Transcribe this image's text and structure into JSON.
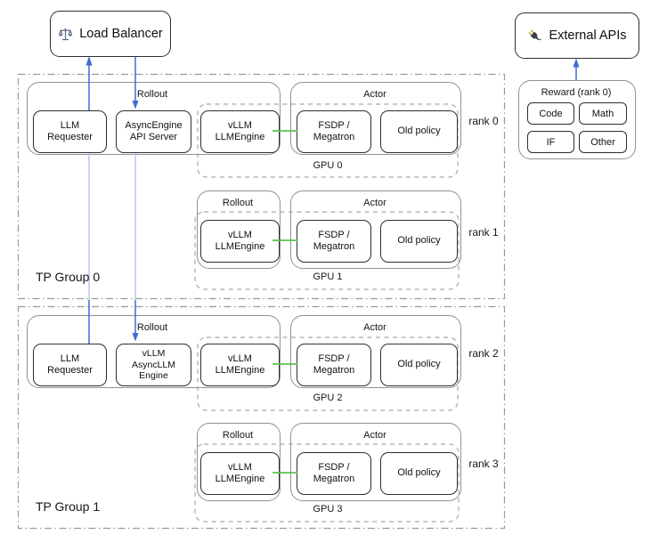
{
  "header": {
    "load_balancer": "Load Balancer",
    "external_apis": "External APIs"
  },
  "reward": {
    "title": "Reward (rank 0)",
    "items": [
      "Code",
      "Math",
      "IF",
      "Other"
    ]
  },
  "labels": {
    "rollout": "Rollout",
    "actor": "Actor"
  },
  "tp_groups": [
    {
      "label": "TP Group 0"
    },
    {
      "label": "TP Group 1"
    }
  ],
  "rows": [
    {
      "rank": "rank 0",
      "gpu": "GPU 0",
      "boxes": {
        "requester": "LLM\nRequester",
        "engine": "AsyncEngine\nAPI Server",
        "vllm": "vLLM\nLLMEngine",
        "fsdp": "FSDP /\nMegatron",
        "old_policy": "Old policy"
      }
    },
    {
      "rank": "rank 1",
      "gpu": "GPU 1",
      "boxes": {
        "vllm": "vLLM\nLLMEngine",
        "fsdp": "FSDP /\nMegatron",
        "old_policy": "Old policy"
      }
    },
    {
      "rank": "rank 2",
      "gpu": "GPU 2",
      "boxes": {
        "requester": "LLM\nRequester",
        "engine": "vLLM\nAsyncLLM\nEngine",
        "vllm": "vLLM\nLLMEngine",
        "fsdp": "FSDP /\nMegatron",
        "old_policy": "Old policy"
      }
    },
    {
      "rank": "rank 3",
      "gpu": "GPU 3",
      "boxes": {
        "vllm": "vLLM\nLLMEngine",
        "fsdp": "FSDP /\nMegatron",
        "old_policy": "Old policy"
      }
    }
  ],
  "colors": {
    "blue": "#3e6bd3",
    "light_blue": "#b7caf0",
    "green": "#57c44b",
    "dash_gray": "#a8a8a8",
    "dashdot_gray": "#9a9a9a"
  }
}
